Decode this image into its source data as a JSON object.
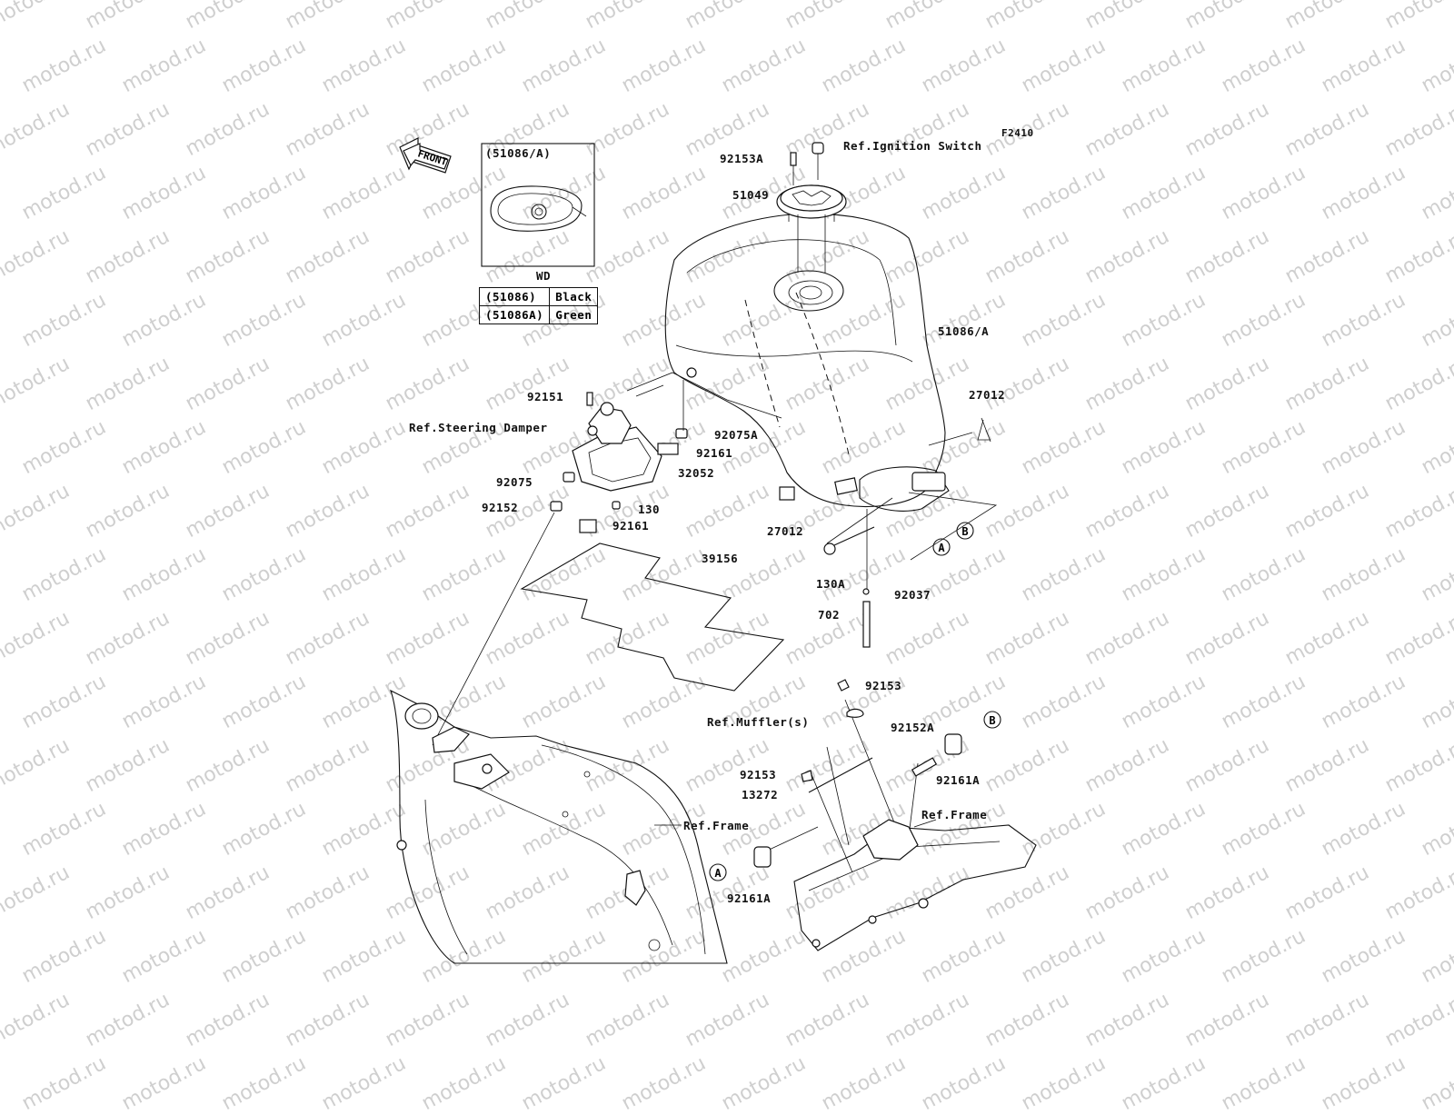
{
  "figure_code": "F2410",
  "watermark": "motod.ru",
  "front_arrow_label": "FRONT",
  "inset": {
    "title": "(51086/A)",
    "caption": "WD"
  },
  "color_legend": [
    {
      "part": "(51086)",
      "color": "Black"
    },
    {
      "part": "(51086A)",
      "color": "Green"
    }
  ],
  "callouts": {
    "c92153A": "92153A",
    "ignition": "Ref.Ignition Switch",
    "c51049": "51049",
    "c51086A": "51086/A",
    "c27012r": "27012",
    "c92151": "92151",
    "steering": "Ref.Steering Damper",
    "c92075A": "92075A",
    "c92161a": "92161",
    "c32052": "32052",
    "c92075": "92075",
    "c92152": "92152",
    "c130": "130",
    "c92161b": "92161",
    "c27012l": "27012",
    "c39156": "39156",
    "c130A": "130A",
    "c92037": "92037",
    "c702": "702",
    "c92153a": "92153",
    "muffler": "Ref.Muffler(s)",
    "c92152A": "92152A",
    "c92161Ar": "92161A",
    "c92153b": "92153",
    "c13272": "13272",
    "frame_l": "Ref.Frame",
    "frame_r": "Ref.Frame",
    "c92161Al": "92161A"
  },
  "markers": {
    "A1": "A",
    "B1": "B",
    "B2": "B",
    "A2": "A"
  }
}
